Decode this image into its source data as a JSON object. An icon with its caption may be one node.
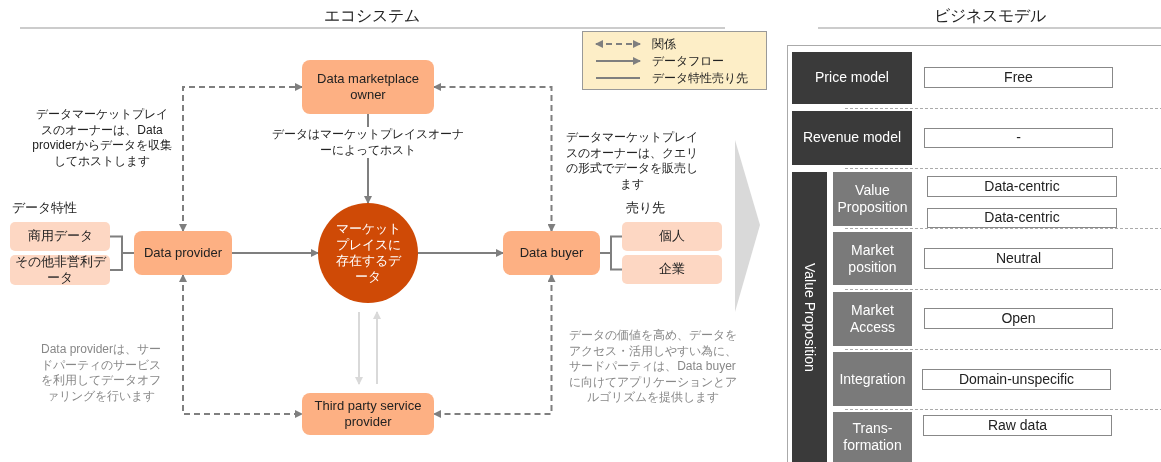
{
  "diagram": {
    "nodes": [
      {
        "text": [
          "Data marketplace owner"
        ]
      },
      {
        "text": [
          "Data provider"
        ]
      },
      {
        "text": [
          "マーケットプレイスに存在するデータ"
        ]
      },
      {
        "text": [
          "Data buyer"
        ]
      },
      {
        "text": [
          "Third party service provider"
        ]
      },
      {
        "text": [
          "商用データ"
        ]
      },
      {
        "text": [
          "その他非営利データ"
        ]
      },
      {
        "text": [
          "個人"
        ]
      },
      {
        "text": [
          "企業"
        ]
      },
      {
        "text": [
          "Price model"
        ]
      },
      {
        "text": [
          "Free"
        ]
      },
      {
        "text": [
          "Revenue model"
        ]
      },
      {
        "text": [
          "-"
        ]
      },
      {
        "text": [
          "Value Proposition"
        ]
      },
      {
        "text": [
          "Value Proposition"
        ]
      },
      {
        "text": [
          "Data-centric"
        ]
      },
      {
        "text": [
          "Data-centric"
        ]
      },
      {
        "text": [
          "Market position"
        ]
      },
      {
        "text": [
          "Neutral"
        ]
      },
      {
        "text": [
          "Market Access"
        ]
      },
      {
        "text": [
          "Open"
        ]
      },
      {
        "text": [
          "Integration"
        ]
      },
      {
        "text": [
          "Domain-unspecific"
        ]
      },
      {
        "text": [
          "Trans-formation"
        ]
      },
      {
        "text": [
          "Raw data"
        ]
      }
    ],
    "edges": [
      {
        "from": 1,
        "to": 0,
        "arrow": "both",
        "style": "dashed"
      },
      {
        "from": 3,
        "to": 0,
        "arrow": "both",
        "style": "dashed"
      },
      {
        "from": 1,
        "to": 4,
        "arrow": "both",
        "style": "dashed"
      },
      {
        "from": 3,
        "to": 4,
        "arrow": "both",
        "style": "dashed"
      },
      {
        "from": 0,
        "to": 2,
        "arrow": "to",
        "label": "データはマーケットプレイスオーナーによってホスト"
      },
      {
        "from": 1,
        "to": 2,
        "arrow": "to"
      },
      {
        "from": 2,
        "to": 3,
        "arrow": "to"
      },
      {
        "from": 2,
        "to": 4,
        "arrow": "to",
        "color": "#d9d9d9"
      },
      {
        "from": 4,
        "to": 2,
        "arrow": "to",
        "color": "#d9d9d9"
      },
      {
        "from": 5,
        "to": 1,
        "arrow": "none"
      },
      {
        "from": 6,
        "to": 1,
        "arrow": "none"
      },
      {
        "from": 3,
        "to": 7,
        "arrow": "none"
      },
      {
        "from": 3,
        "to": 8,
        "arrow": "none"
      }
    ],
    "labels": [
      "エコシステム",
      "ビジネスモデル",
      "データマーケットプレイスのオーナーは、Data providerからデータを収集してホストします",
      "データマーケットプレイスのオーナーは、クエリの形式でデータを販売します",
      "データ特性",
      "売り先",
      "Data providerは、サードパーティのサービスを利用してデータオファリングを行います",
      "データの価値を高め、データをアクセス・活用しやすい為に、サードパーティは、Data buyerに向けてアプリケーションとアルゴリズムを提供します"
    ],
    "legend": [
      {
        "text": "関係"
      },
      {
        "text": "データフロー"
      },
      {
        "text": "データ特性売り先"
      }
    ]
  }
}
